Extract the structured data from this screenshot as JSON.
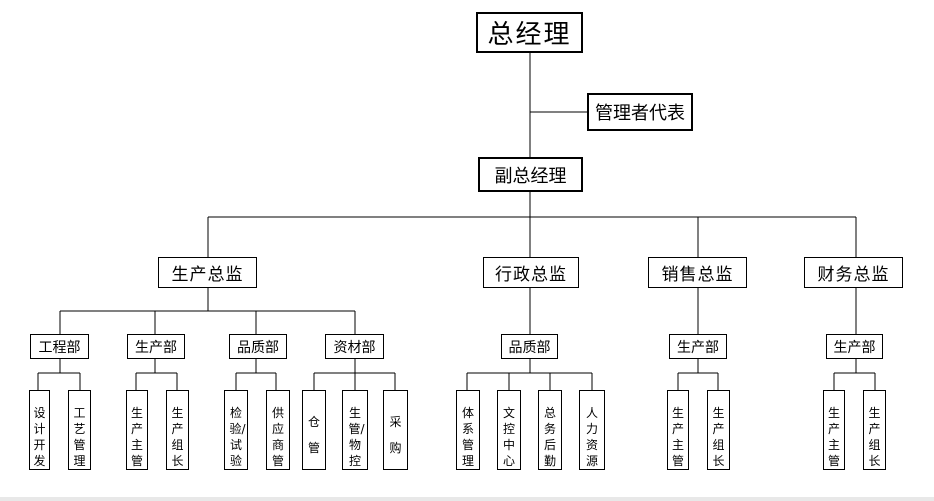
{
  "gm": "总经理",
  "mgmt_rep": "管理者代表",
  "vgm": "副总经理",
  "directors": {
    "production": "生产总监",
    "admin": "行政总监",
    "sales": "销售总监",
    "finance": "财务总监"
  },
  "departments": {
    "engineering": "工程部",
    "production": "生产部",
    "quality": "品质部",
    "materials": "资材部",
    "admin_quality": "品质部",
    "sales_production": "生产部",
    "finance_production": "生产部"
  },
  "roles": {
    "design_dev": "设计开发",
    "process_mgmt": "工艺管理",
    "prod_supervisor": "生产主管",
    "prod_leader": "生产组长",
    "inspection": "检验/试验",
    "supplier_mgmt": "供应商管理",
    "warehouse": "仓管",
    "prod_material": "生管/物控",
    "purchasing": "采购",
    "system_mgmt": "体系管理",
    "document_control": "文控中心",
    "general_logistics": "总务后勤",
    "hr": "人力资源",
    "sales_prod_supervisor": "生产主管",
    "sales_prod_leader": "生产组长",
    "fin_prod_supervisor": "生产主管",
    "fin_prod_leader": "生产组长"
  }
}
